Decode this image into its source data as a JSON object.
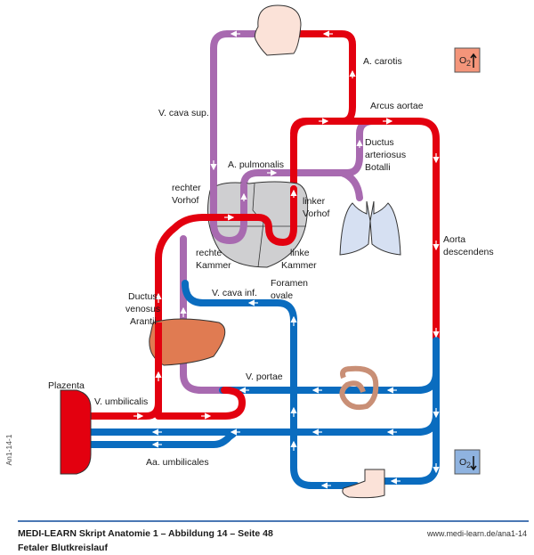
{
  "colors": {
    "oxygenated": "#e3000f",
    "deoxygenated": "#0a6cbf",
    "mixed": "#a86ab0",
    "heart": "#cfcfd1",
    "liver": "#e07b52",
    "lungs": "#d6e0f2",
    "skin": "#fbe2d8",
    "intestine": "#c98f76",
    "o2_high_box": "#f4957a",
    "o2_low_box": "#8fb3e0"
  },
  "labels": {
    "a_carotis": "A. carotis",
    "arcus_aortae": "Arcus aortae",
    "v_cava_sup": "V. cava sup.",
    "a_pulmonalis": "A. pulmonalis",
    "ductus_arteriosus_1": "Ductus",
    "ductus_arteriosus_2": "arteriosus",
    "ductus_arteriosus_3": "Botalli",
    "rechter_vorhof_1": "rechter",
    "rechter_vorhof_2": "Vorhof",
    "linker_vorhof_1": "linker",
    "linker_vorhof_2": "Vorhof",
    "rechte_kammer_1": "rechte",
    "rechte_kammer_2": "Kammer",
    "linke_kammer_1": "linke",
    "linke_kammer_2": "Kammer",
    "foramen_ovale_1": "Foramen",
    "foramen_ovale_2": "ovale",
    "aorta_descendens_1": "Aorta",
    "aorta_descendens_2": "descendens",
    "v_cava_inf": "V. cava inf.",
    "ductus_venosus_1": "Ductus",
    "ductus_venosus_2": "venosus",
    "ductus_venosus_3": "Arantii",
    "v_portae": "V. portae",
    "plazenta": "Plazenta",
    "v_umbilicalis": "V. umbilicalis",
    "aa_umbilicales": "Aa. umbilicales"
  },
  "legend": {
    "o2_high": "O",
    "o2_high_sub": "2",
    "o2_high_arrow": "up",
    "o2_low": "O",
    "o2_low_sub": "2",
    "o2_low_arrow": "down"
  },
  "footer": {
    "title": "MEDI-LEARN Skript Anatomie 1 – Abbildung 14 – Seite 48",
    "subtitle": "Fetaler Blutkreislauf",
    "url": "www.medi-learn.de/ana1-14"
  },
  "figure_id": "An1-14-1"
}
